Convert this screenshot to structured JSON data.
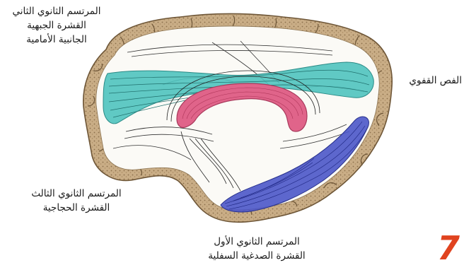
{
  "labels": {
    "secondary_2": {
      "line1": "المرتسم الثانوي الثاني",
      "line2": "القشرة الجبهية",
      "line3": "الجانبية الأمامية"
    },
    "occipital": "الفص القفوي",
    "secondary_3": {
      "line1": "المرتسم الثانوي الثالث",
      "line2": "القشرة الحجاجية"
    },
    "secondary_1": {
      "line1": "المرتسم الثانوي الأول",
      "line2": "القشرة الصدغية السفلية"
    }
  },
  "page_number": "7",
  "colors": {
    "cortex": "#c9ad86",
    "white_matter": "#fbfaf6",
    "teal_bundle": "#4fc3bf",
    "blue_bundle": "#4b57c9",
    "corpus_callosum": "#e0648a",
    "page_number": "#e0431f"
  }
}
